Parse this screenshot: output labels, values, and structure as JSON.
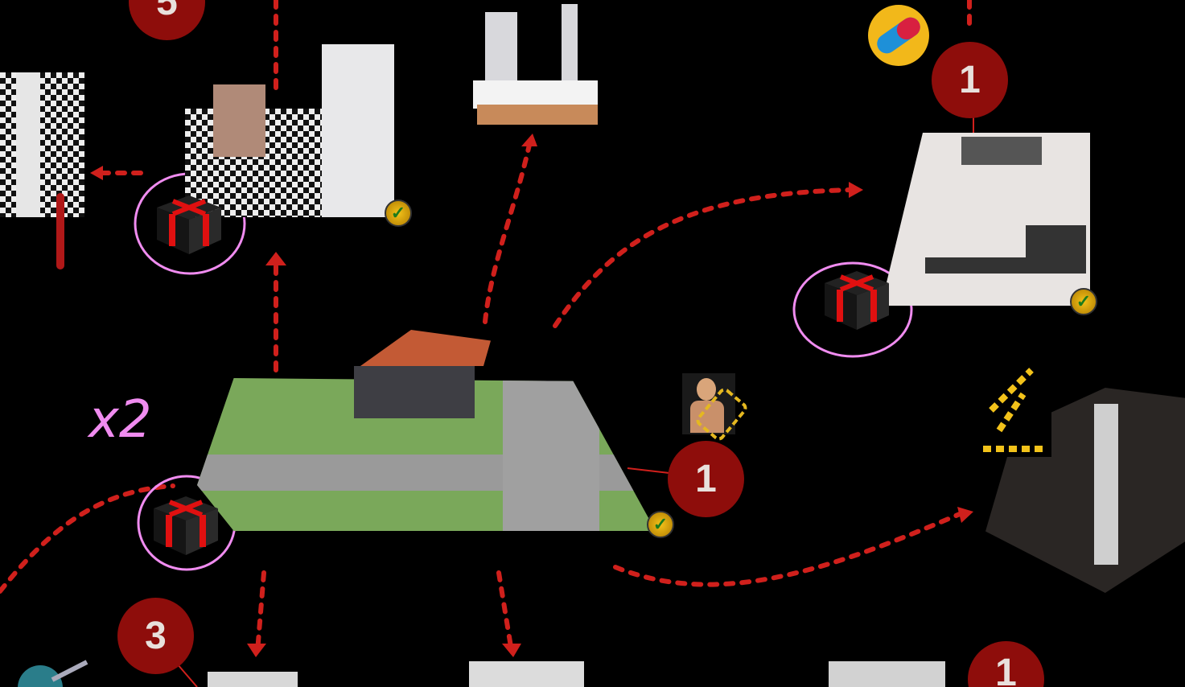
{
  "map": {
    "badges": [
      {
        "id": "top-left",
        "value": "5"
      },
      {
        "id": "top-right",
        "value": "1"
      },
      {
        "id": "center",
        "value": "1"
      },
      {
        "id": "bottom-left",
        "value": "3"
      },
      {
        "id": "bottom-right",
        "value": "1"
      }
    ],
    "annotation": "x2",
    "colors": {
      "path": "#d0201c",
      "badge": "#8e0d0b",
      "highlight": "#f08cf0"
    },
    "icons": [
      "gift-box-icon",
      "checkmark-icon",
      "pill-icon",
      "chain-icon",
      "construction-icon"
    ]
  }
}
